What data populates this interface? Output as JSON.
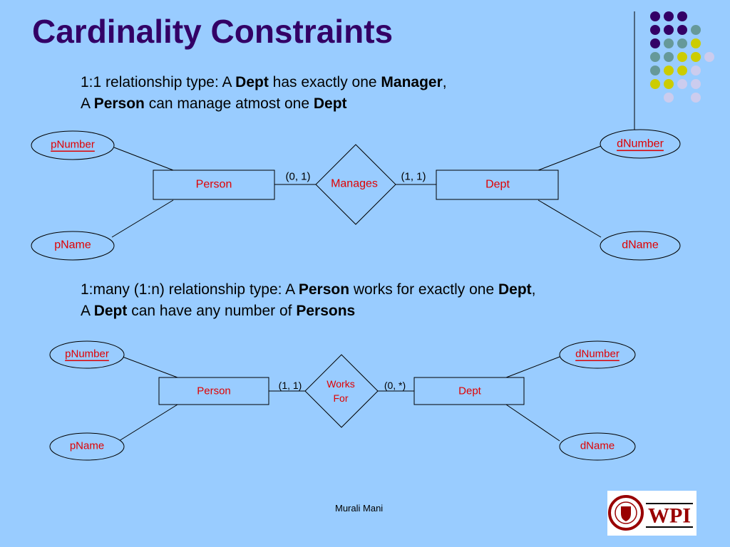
{
  "title": "Cardinality Constraints",
  "section1": {
    "line1": {
      "prefix": "1:1 relationship type: A ",
      "b1": "Dept",
      "mid": " has exactly one ",
      "b2": "Manager",
      "suffix": ","
    },
    "line2": {
      "prefix": "A ",
      "b1": "Person",
      "mid": " can manage atmost one ",
      "b2": "Dept"
    }
  },
  "section2": {
    "line1": {
      "prefix": "1:many (1:n) relationship type: A ",
      "b1": "Person",
      "mid": " works for exactly one ",
      "b2": "Dept",
      "suffix": ","
    },
    "line2": {
      "prefix": "A ",
      "b1": "Dept",
      "mid": " can have any number of ",
      "b2": "Persons"
    }
  },
  "diagram1": {
    "attr_pnumber": "pNumber",
    "attr_pname": "pName",
    "attr_dnumber": "dNumber",
    "attr_dname": "dName",
    "entity_person": "Person",
    "entity_dept": "Dept",
    "relationship": "Manages",
    "card_left": "(0, 1)",
    "card_right": "(1, 1)"
  },
  "diagram2": {
    "attr_pnumber": "pNumber",
    "attr_pname": "pName",
    "attr_dnumber": "dNumber",
    "attr_dname": "dName",
    "entity_person": "Person",
    "entity_dept": "Dept",
    "relationship_line1": "Works",
    "relationship_line2": "For",
    "card_left": "(1, 1)",
    "card_right": "(0, *)"
  },
  "footer": "Murali Mani",
  "logo_text": "WPI",
  "colors": {
    "background": "#99ccff",
    "title": "#330066",
    "label": "#e00000",
    "dot_purple": "#330066",
    "dot_teal": "#669999",
    "dot_yellow": "#cccc00",
    "dot_light": "#ccccee",
    "logo_red": "#990000"
  }
}
